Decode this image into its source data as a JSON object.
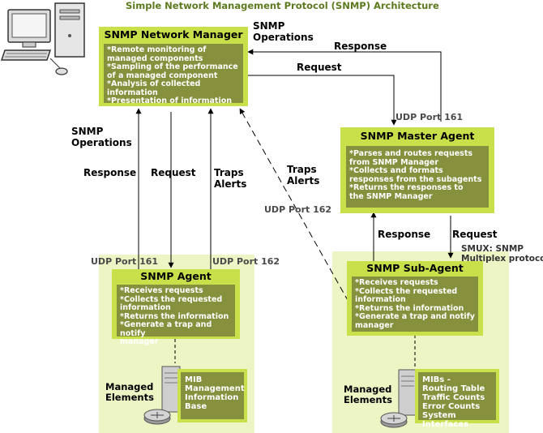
{
  "title": "Simple Network Management Protocol (SNMP) Architecture",
  "manager": {
    "title": "SNMP Network Manager",
    "items": [
      "*Remote monitoring of",
      "managed components",
      "*Sampling of the performance",
      "of a managed component",
      "*Analysis of collected information",
      "*Presentation of information"
    ]
  },
  "master_agent": {
    "title": "SNMP Master Agent",
    "items": [
      "*Parses and routes requests",
      "from SNMP Manager",
      "*Collects and formats",
      "responses from the subagents",
      "*Returns the responses to",
      "the SNMP Manager"
    ]
  },
  "agent": {
    "title": "SNMP Agent",
    "items": [
      "*Receives requests",
      "*Collects the requested",
      "information",
      "*Returns the information",
      "*Generate a trap and notify",
      "manager"
    ]
  },
  "sub_agent": {
    "title": "SNMP Sub-Agent",
    "items": [
      "*Receives requests",
      "*Collects the requested",
      "information",
      "*Returns the information",
      "*Generate a trap and notify",
      "manager"
    ]
  },
  "labels": {
    "snmp_ops_top_1": "SNMP",
    "snmp_ops_top_2": "Operations",
    "response_top": "Response",
    "request_top": "Request",
    "udp_161_master": "UDP Port 161",
    "snmp_ops_left_1": "SNMP",
    "snmp_ops_left_2": "Operations",
    "response_left": "Response",
    "request_left": "Request",
    "traps_1": "Traps",
    "traps_2": "Alerts",
    "traps_mid_1": "Traps",
    "traps_mid_2": "Alerts",
    "udp_162_mid": "UDP Port 162",
    "udp_161_agent": "UDP Port 161",
    "udp_162_agent": "UDP Port 162",
    "response_sub": "Response",
    "request_sub": "Request",
    "smux_1": "SMUX: SNMP",
    "smux_2": "Multiplex protocol"
  },
  "managed_left": {
    "label_1": "Managed",
    "label_2": "Elements",
    "mib": [
      "MIB",
      "Management",
      "Information",
      "Base"
    ]
  },
  "managed_right": {
    "label_1": "Managed",
    "label_2": "Elements",
    "mib": [
      "MIBs -",
      "Routing Table",
      "Traffic Counts",
      "Error Counts",
      "System Interfaces"
    ]
  }
}
